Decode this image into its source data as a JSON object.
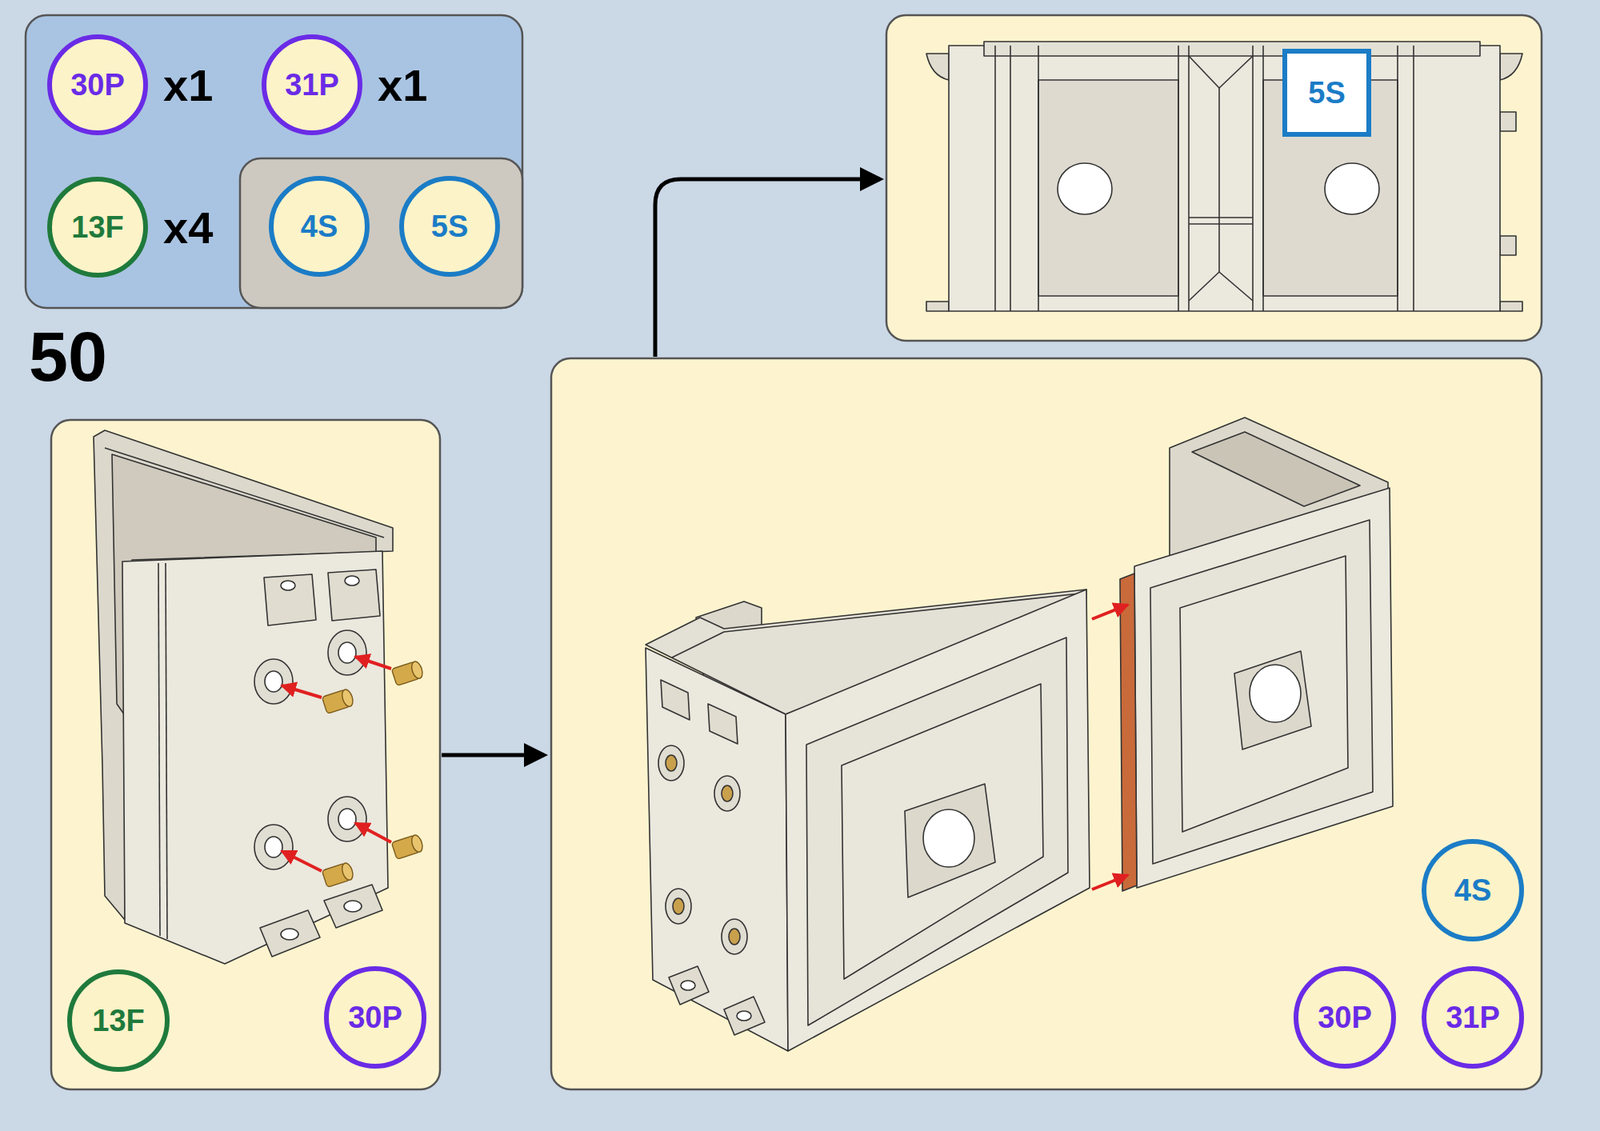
{
  "diagram": {
    "title": "50",
    "nodes": [
      {
        "text": [
          "30P"
        ]
      },
      {
        "text": [
          "31P"
        ]
      },
      {
        "text": [
          "13F"
        ]
      },
      {
        "text": [
          "4S"
        ]
      },
      {
        "text": [
          "5S"
        ]
      },
      {
        "text": [
          "5S"
        ]
      },
      {
        "text": [
          "13F"
        ]
      },
      {
        "text": [
          "30P"
        ]
      },
      {
        "text": [
          "4S"
        ]
      },
      {
        "text": [
          "30P"
        ]
      },
      {
        "text": [
          "31P"
        ]
      }
    ],
    "labels": [
      "x1",
      "x1",
      "x4"
    ]
  }
}
